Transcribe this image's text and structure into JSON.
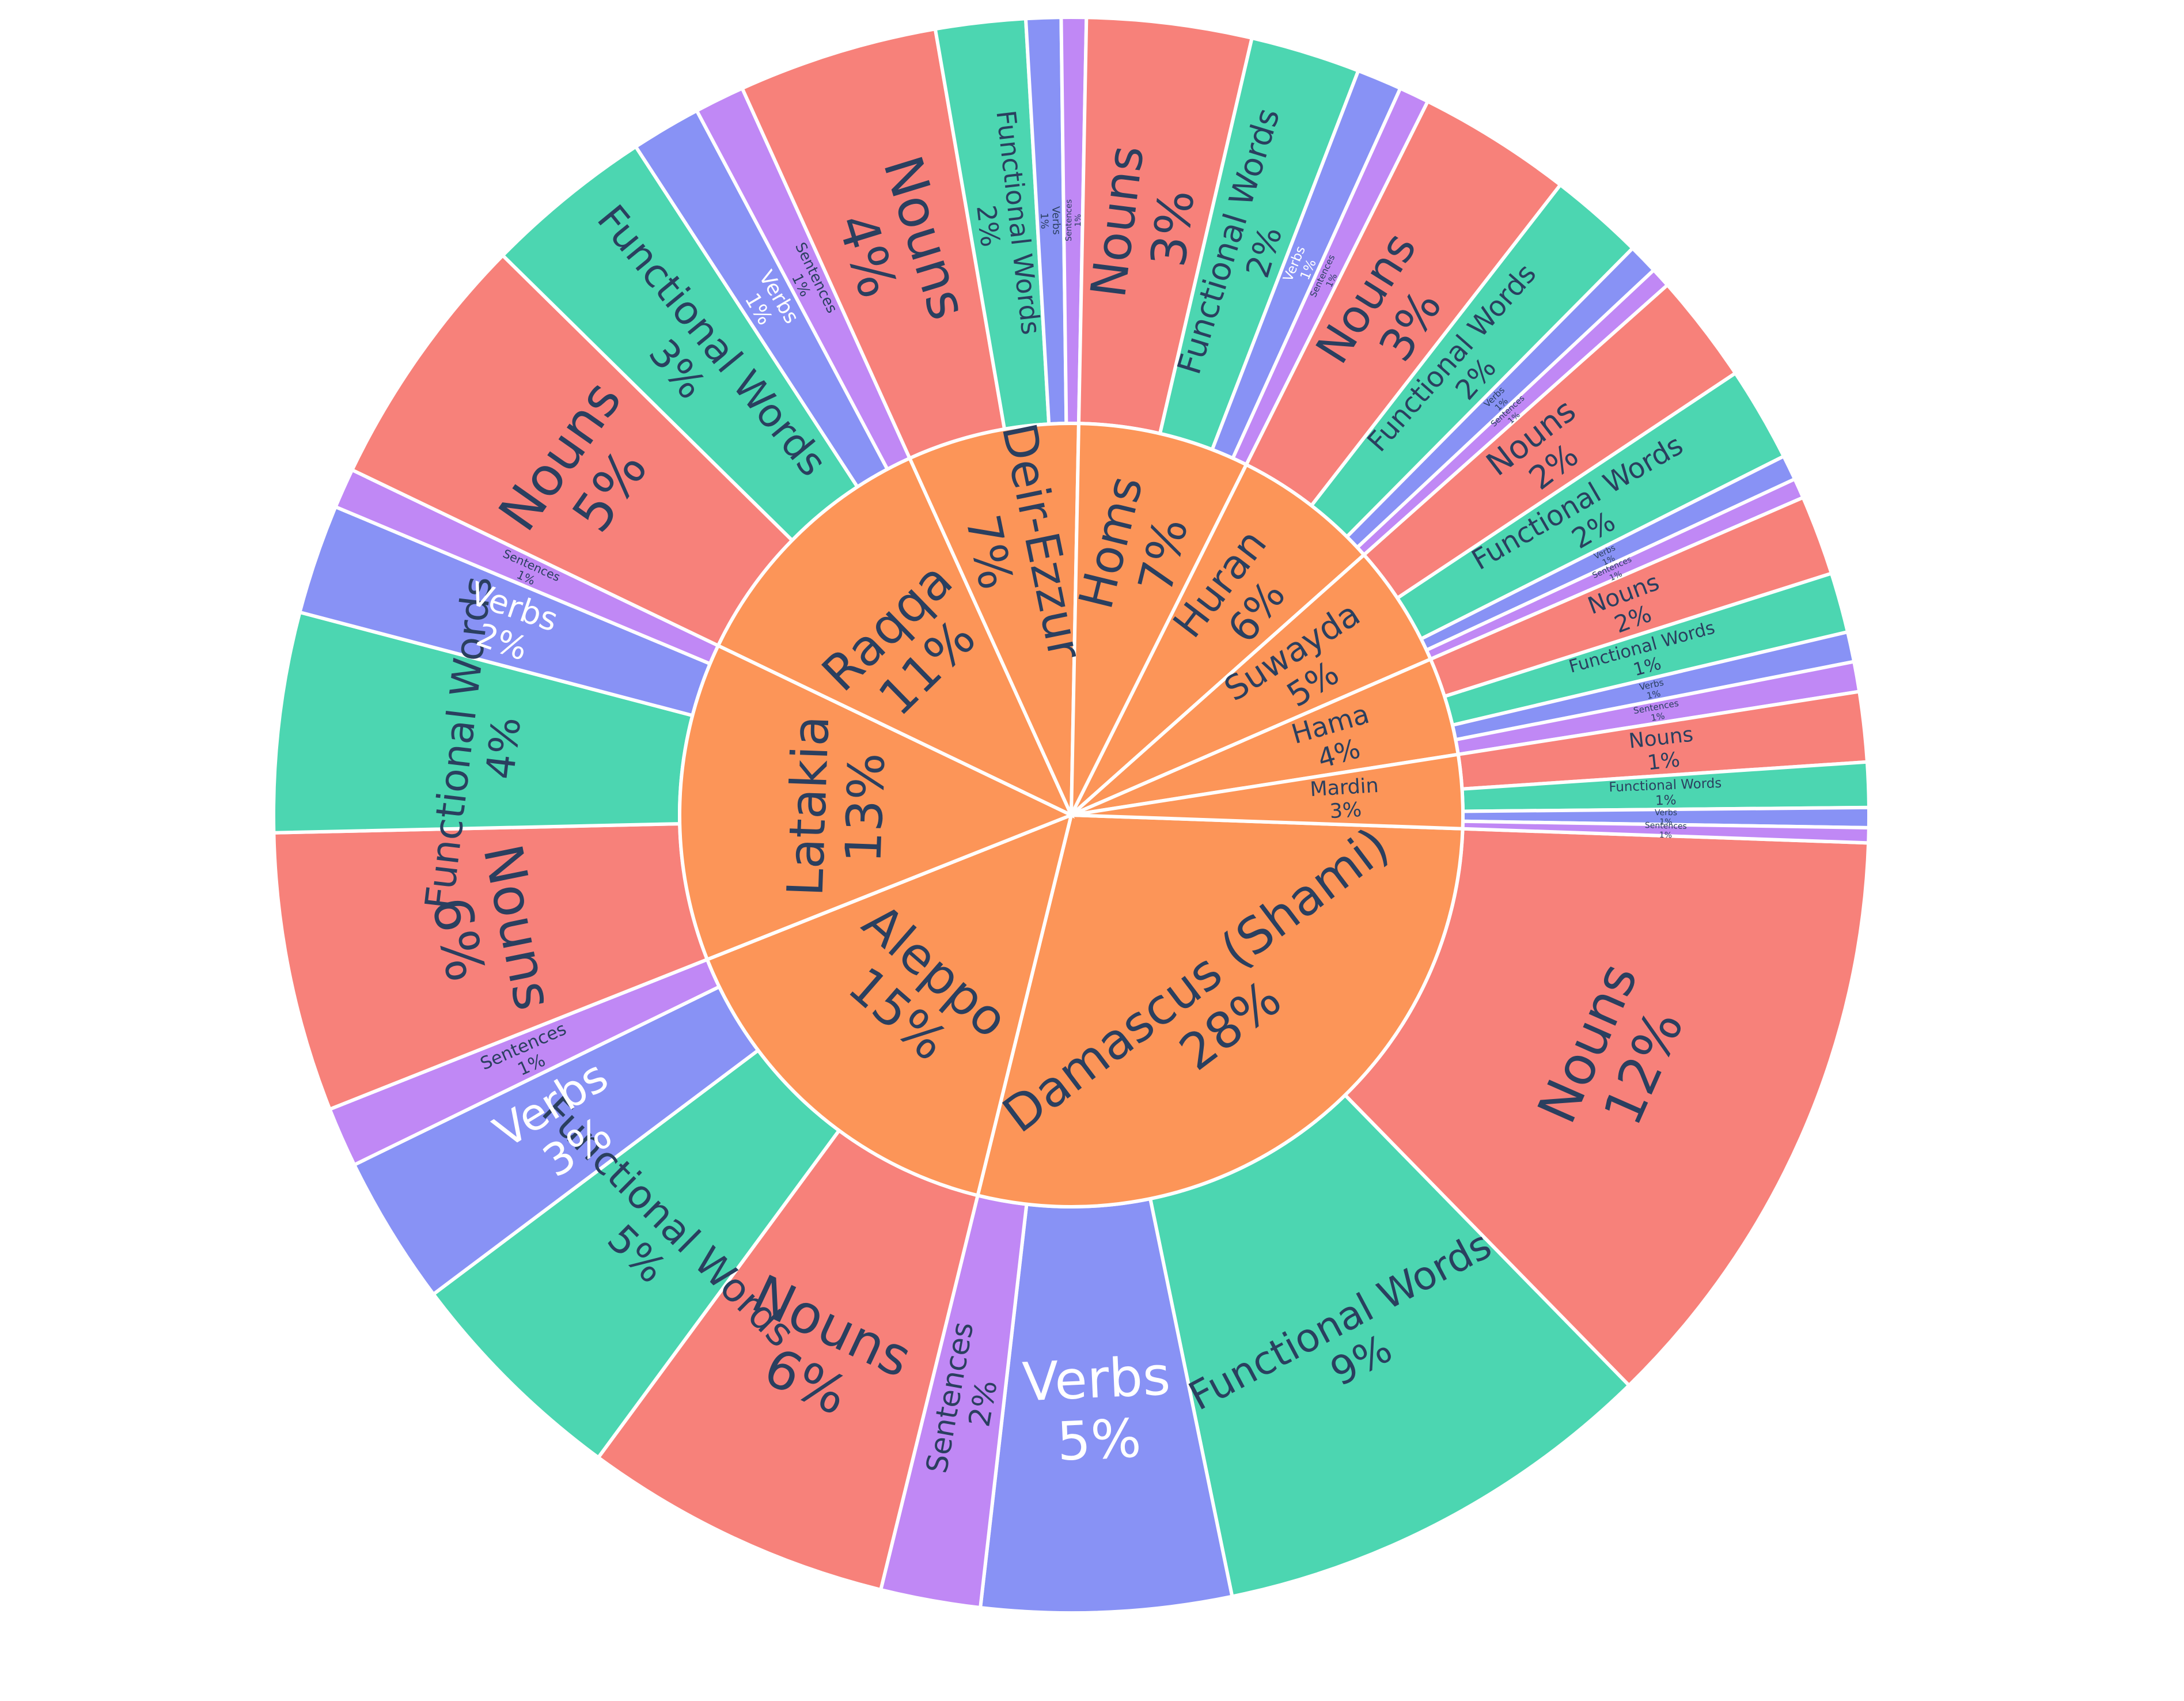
{
  "chart_data": {
    "type": "sunburst",
    "title": "",
    "colors": {
      "region": "#fc9558",
      "Nouns": "#f7817a",
      "Functional Words": "#4cd6b1",
      "Verbs": "#8892f5",
      "Sentences": "#c088f5",
      "label_dark": "#2a3f5f",
      "label_light": "#ffffff",
      "stroke": "#ffffff"
    },
    "regions": [
      {
        "name": "Damascus (Shami)",
        "value": 28,
        "label": "28%",
        "children": [
          {
            "name": "Nouns",
            "value": 12,
            "label": "12%"
          },
          {
            "name": "Functional Words",
            "value": 9,
            "label": "9%"
          },
          {
            "name": "Verbs",
            "value": 5,
            "label": "5%"
          },
          {
            "name": "Sentences",
            "value": 2,
            "label": "2%"
          }
        ]
      },
      {
        "name": "Aleppo",
        "value": 15,
        "label": "15%",
        "children": [
          {
            "name": "Nouns",
            "value": 6.2,
            "label": "6%"
          },
          {
            "name": "Functional Words",
            "value": 4.6,
            "label": "5%"
          },
          {
            "name": "Verbs",
            "value": 3,
            "label": "3%"
          },
          {
            "name": "Sentences",
            "value": 1.2,
            "label": "1%"
          }
        ]
      },
      {
        "name": "Latakia",
        "value": 13,
        "label": "13%",
        "children": [
          {
            "name": "Nouns",
            "value": 5.6,
            "label": "6%"
          },
          {
            "name": "Functional Words",
            "value": 4.4,
            "label": "4%"
          },
          {
            "name": "Verbs",
            "value": 2.2,
            "label": "2%"
          },
          {
            "name": "Sentences",
            "value": 0.8,
            "label": "1%"
          }
        ]
      },
      {
        "name": "Raqqa",
        "value": 11,
        "label": "11%",
        "children": [
          {
            "name": "Nouns",
            "value": 5.2,
            "label": "5%"
          },
          {
            "name": "Functional Words",
            "value": 3.4,
            "label": "3%"
          },
          {
            "name": "Verbs",
            "value": 1.4,
            "label": "1%"
          },
          {
            "name": "Sentences",
            "value": 1,
            "label": "1%"
          }
        ]
      },
      {
        "name": "Deir-Ezzur",
        "value": 7,
        "label": "7%",
        "children": [
          {
            "name": "Nouns",
            "value": 4,
            "label": "4%"
          },
          {
            "name": "Functional Words",
            "value": 1.8,
            "label": "2%"
          },
          {
            "name": "Verbs",
            "value": 0.7,
            "label": "1%"
          },
          {
            "name": "Sentences",
            "value": 0.5,
            "label": "1%"
          }
        ]
      },
      {
        "name": "Homs",
        "value": 7,
        "label": "7%",
        "children": [
          {
            "name": "Nouns",
            "value": 3.3,
            "label": "3%"
          },
          {
            "name": "Functional Words",
            "value": 2.2,
            "label": "2%"
          },
          {
            "name": "Verbs",
            "value": 0.9,
            "label": "1%"
          },
          {
            "name": "Sentences",
            "value": 0.6,
            "label": "1%"
          }
        ]
      },
      {
        "name": "Huran",
        "value": 6,
        "label": "6%",
        "children": [
          {
            "name": "Nouns",
            "value": 3.1,
            "label": "3%"
          },
          {
            "name": "Functional Words",
            "value": 1.9,
            "label": "2%"
          },
          {
            "name": "Verbs",
            "value": 0.6,
            "label": "1%"
          },
          {
            "name": "Sentences",
            "value": 0.4,
            "label": "1%"
          }
        ]
      },
      {
        "name": "Suwayda",
        "value": 5,
        "label": "5%",
        "children": [
          {
            "name": "Nouns",
            "value": 2.2,
            "label": "2%"
          },
          {
            "name": "Functional Words",
            "value": 1.9,
            "label": "2%"
          },
          {
            "name": "Verbs",
            "value": 0.5,
            "label": "1%"
          },
          {
            "name": "Sentences",
            "value": 0.4,
            "label": "1%"
          }
        ]
      },
      {
        "name": "Hama",
        "value": 4,
        "label": "4%",
        "children": [
          {
            "name": "Nouns",
            "value": 1.6,
            "label": "2%"
          },
          {
            "name": "Functional Words",
            "value": 1.2,
            "label": "1%"
          },
          {
            "name": "Verbs",
            "value": 0.6,
            "label": "1%"
          },
          {
            "name": "Sentences",
            "value": 0.6,
            "label": "1%"
          }
        ]
      },
      {
        "name": "Mardin",
        "value": 3,
        "label": "3%",
        "children": [
          {
            "name": "Nouns",
            "value": 1.4,
            "label": "1%"
          },
          {
            "name": "Functional Words",
            "value": 0.9,
            "label": "1%"
          },
          {
            "name": "Verbs",
            "value": 0.4,
            "label": "1%"
          },
          {
            "name": "Sentences",
            "value": 0.3,
            "label": "1%"
          }
        ]
      }
    ]
  }
}
